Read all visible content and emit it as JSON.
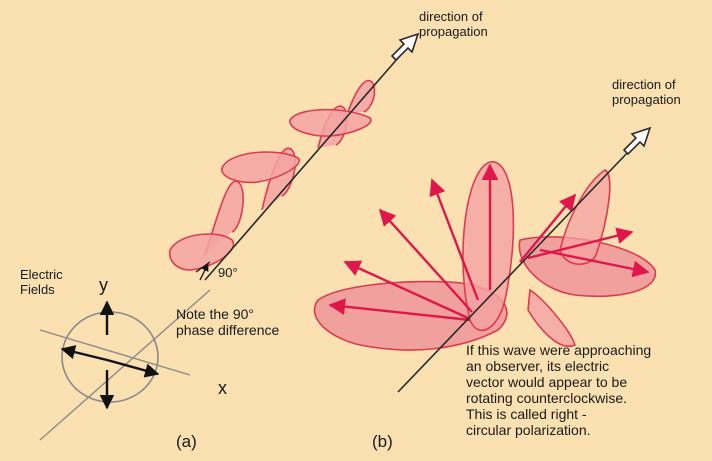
{
  "panel_a": {
    "direction_label": "direction of\npropagation",
    "angle_label": "90°",
    "note": "Note the 90°\nphase difference",
    "fields_label": "Electric\nFields",
    "y_axis": "y",
    "x_axis": "x",
    "caption": "(a)"
  },
  "panel_b": {
    "direction_label": "direction of\npropagation",
    "description": "If this wave were approaching\nan observer, its electric\nvector would appear to be\nrotating counterclockwise.\nThis is called right -\ncircular polarization.",
    "caption": "(b)"
  },
  "colors": {
    "background": "#fbe0b2",
    "wave_fill": "#f5a3a3",
    "wave_stroke": "#dc3c50",
    "vector": "#e0174a",
    "axis_line": "#2a2a2a"
  }
}
